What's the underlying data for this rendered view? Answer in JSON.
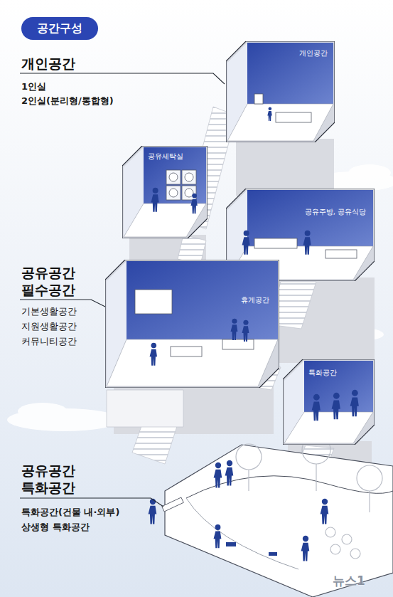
{
  "diagram": {
    "title": "공간구성",
    "nodes": [
      {
        "text": [
          "개인공간"
        ]
      },
      {
        "text": [
          "공유세탁실"
        ]
      },
      {
        "text": [
          "공유주방, 공유식당"
        ]
      },
      {
        "text": [
          "휴게공간"
        ]
      },
      {
        "text": [
          "특화공간"
        ]
      }
    ],
    "labels": [
      "개인공간",
      "1인실",
      "2인실(분리형/통합형)",
      "공유공간",
      "필수공간",
      "기본생활공간",
      "지원생활공간",
      "커뮤니티공간",
      "공유공간",
      "특화공간",
      "특화공간(건물 내·외부)",
      "상생형 특화공간",
      "뉴스1"
    ]
  }
}
